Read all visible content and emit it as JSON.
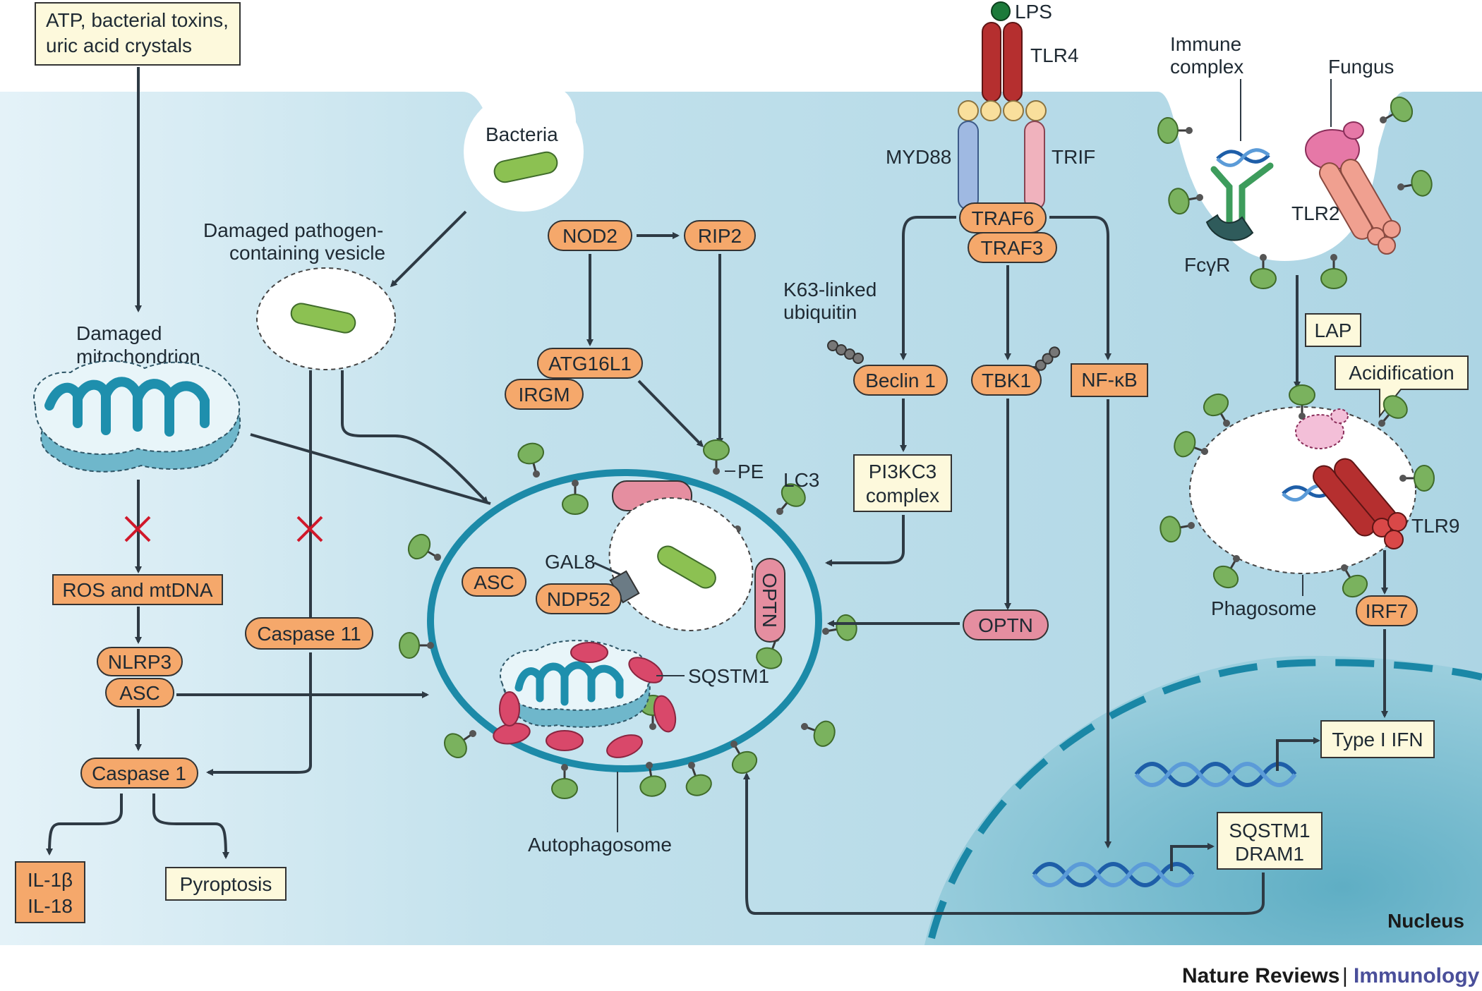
{
  "labels": {
    "stimulus_line1": "ATP, bacterial toxins,",
    "stimulus_line2": "uric acid crystals",
    "bacteria": "Bacteria",
    "damaged_vesicle_line1": "Damaged pathogen-",
    "damaged_vesicle_line2": "containing vesicle",
    "damaged_mito_line1": "Damaged",
    "damaged_mito_line2": "mitochondrion",
    "ros_mtdna": "ROS and mtDNA",
    "nlrp3": "NLRP3",
    "asc": "ASC",
    "caspase1": "Caspase 1",
    "caspase11": "Caspase 11",
    "il1b": "IL-1β",
    "il18": "IL-18",
    "pyroptosis": "Pyroptosis",
    "nod2": "NOD2",
    "rip2": "RIP2",
    "atg16l1": "ATG16L1",
    "irgm": "IRGM",
    "pe": "PE",
    "lc3": "LC3",
    "gal8": "GAL8",
    "asc_inner": "ASC",
    "ndp52": "NDP52",
    "optn_inner": "OPTN",
    "sqstm1": "SQSTM1",
    "autophagosome": "Autophagosome",
    "lps": "LPS",
    "tlr4": "TLR4",
    "myd88": "MYD88",
    "trif": "TRIF",
    "traf6": "TRAF6",
    "traf3": "TRAF3",
    "k63_line1": "K63-linked",
    "k63_line2": "ubiquitin",
    "beclin1": "Beclin 1",
    "tbk1": "TBK1",
    "nfkb": "NF-κB",
    "pi3kc3_line1": "PI3KC3",
    "pi3kc3_line2": "complex",
    "optn": "OPTN",
    "immune_line1": "Immune",
    "immune_line2": "complex",
    "fungus": "Fungus",
    "tlr2": "TLR2",
    "fcgr": "FcγR",
    "lap": "LAP",
    "acidification": "Acidification",
    "tlr9": "TLR9",
    "phagosome": "Phagosome",
    "irf7": "IRF7",
    "type1ifn": "Type I IFN",
    "sqstm1_gene": "SQSTM1",
    "dram1_gene": "DRAM1",
    "nucleus": "Nucleus",
    "footer_journal": "Nature Reviews",
    "footer_sep": "|",
    "footer_field": "Immunology"
  },
  "colors": {
    "cell_light": "#e3f1f7",
    "cell": "#b7dbe8",
    "nucleus": "#7cc0d3",
    "membrane_ring": "#1c8aa8",
    "orange_pill": "#f5a86b",
    "pink_pill": "#e58ea0",
    "yellow_box": "#fdf9dc",
    "bacterium": "#8cc152",
    "lc3_green": "#7ab25e",
    "tlr_red": "#b52f2f",
    "nfkb_crimson": "#c8102e"
  }
}
